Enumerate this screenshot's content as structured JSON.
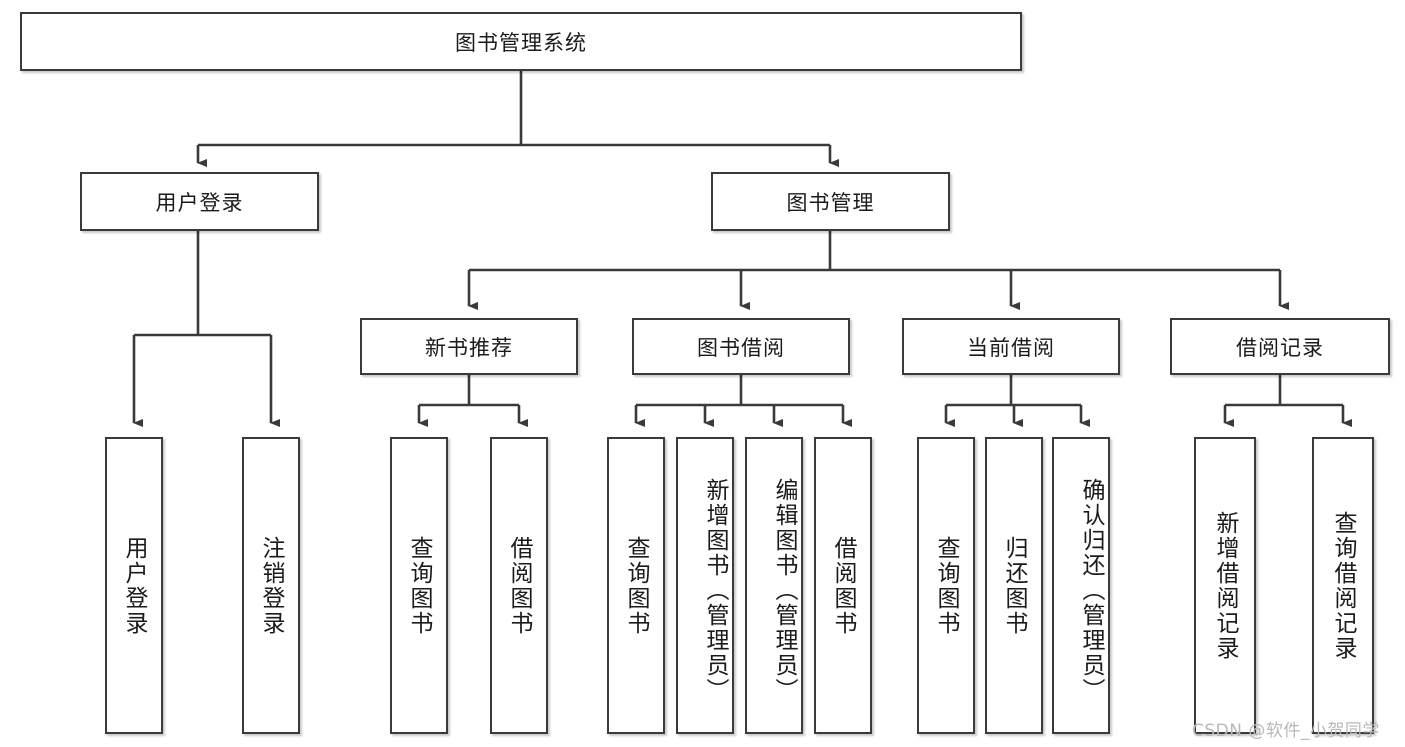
{
  "diagram": {
    "title": "图书管理系统",
    "type": "hierarchy-tree",
    "colors": {
      "box_border": "#3a3a3a",
      "box_fill": "#ffffff",
      "connector": "#3a3a3a",
      "text": "#1b1b1b",
      "watermark": "#b9b9b9"
    },
    "root": {
      "label": "图书管理系统"
    },
    "level1": [
      {
        "label": "用户登录"
      },
      {
        "label": "图书管理"
      }
    ],
    "level2": [
      {
        "label": "新书推荐"
      },
      {
        "label": "图书借阅"
      },
      {
        "label": "当前借阅"
      },
      {
        "label": "借阅记录"
      }
    ],
    "leaves": {
      "user_login": [
        {
          "label": "用户登录"
        },
        {
          "label": "注销登录"
        }
      ],
      "new_book_recommend": [
        {
          "label": "查询图书"
        },
        {
          "label": "借阅图书"
        }
      ],
      "book_borrow": [
        {
          "label": "查询图书"
        },
        {
          "label": "新增图书（管理员）"
        },
        {
          "label": "编辑图书（管理员）"
        },
        {
          "label": "借阅图书"
        }
      ],
      "current_borrow": [
        {
          "label": "查询图书"
        },
        {
          "label": "归还图书"
        },
        {
          "label": "确认归还（管理员）"
        }
      ],
      "borrow_record": [
        {
          "label": "新增借阅记录"
        },
        {
          "label": "查询借阅记录"
        }
      ]
    },
    "watermark": "CSDN @软件_小贺同学"
  }
}
